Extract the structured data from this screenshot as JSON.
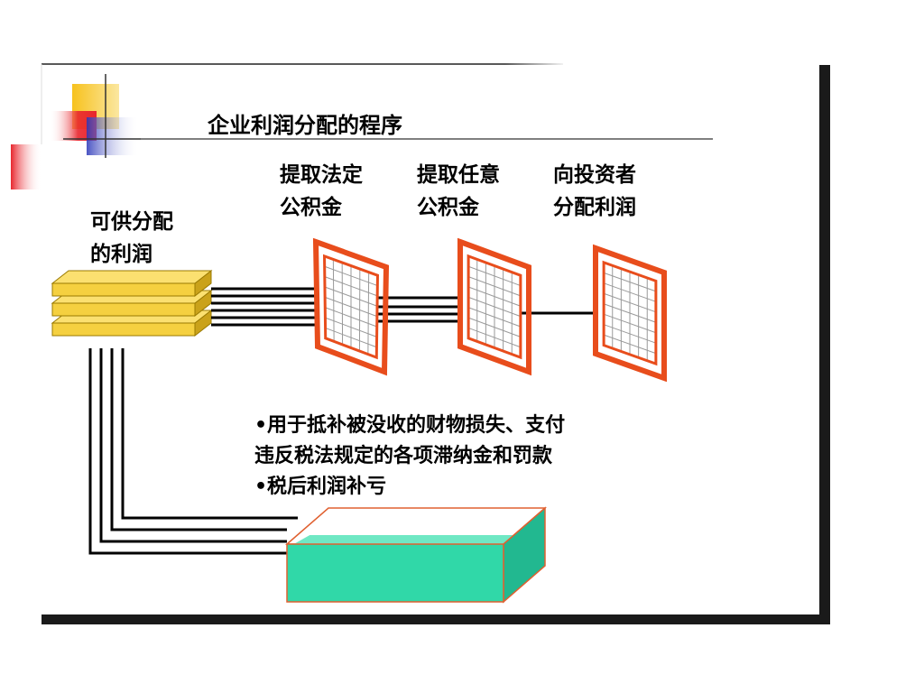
{
  "title": "企业利润分配的程序",
  "source": {
    "line1": "可供分配",
    "line2": "的利润"
  },
  "stages": [
    {
      "line1": "提取法定",
      "line2": "公积金"
    },
    {
      "line1": "提取任意",
      "line2": "公积金"
    },
    {
      "line1": "向投资者",
      "line2": "分配利润"
    }
  ],
  "notes": [
    "•用于抵补被没收的财物损失、支付",
    "违反税法规定的各项滞纳金和罚款",
    "•税后利润补亏"
  ],
  "colors": {
    "frame": "#e84d1c",
    "grid": "#9a9a9a",
    "stack_fill": "#f5d040",
    "stack_edge": "#9a7a00",
    "box_fill": "#30d8a8",
    "box_edge": "#e06030",
    "shadow": "#1a1a1a",
    "deco_yellow": "#f7c21d",
    "deco_red": "#e8262d",
    "deco_blue": "#2a36b8"
  }
}
